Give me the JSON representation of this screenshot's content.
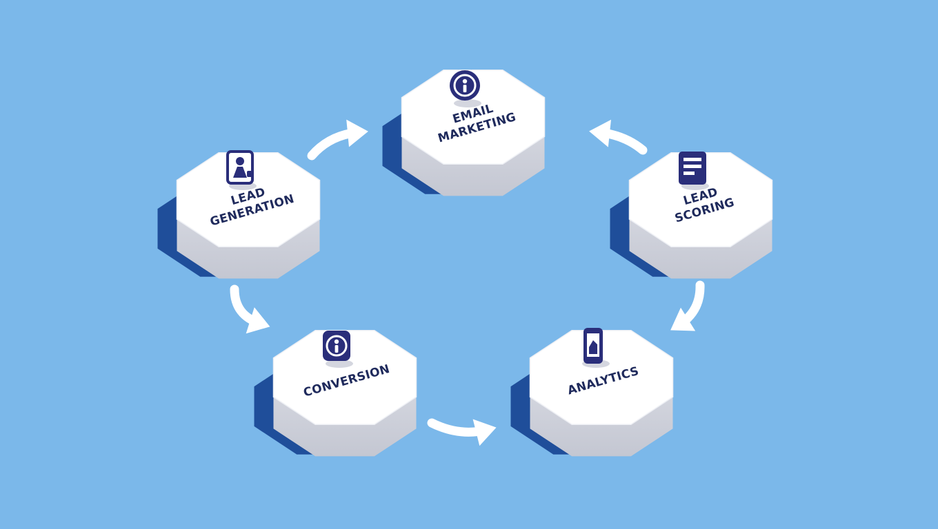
{
  "diagram": {
    "nodes": [
      {
        "id": "email-marketing",
        "lines": [
          "EMAIL",
          "MARKETING"
        ],
        "icon": "email-info-icon"
      },
      {
        "id": "lead-scoring",
        "lines": [
          "LEAD",
          "SCORING"
        ],
        "icon": "scoring-form-icon"
      },
      {
        "id": "analytics",
        "lines": [
          "ANALYTICS"
        ],
        "icon": "phone-chart-icon"
      },
      {
        "id": "conversion",
        "lines": [
          "CONVERSION"
        ],
        "icon": "conversion-info-icon"
      },
      {
        "id": "lead-generation",
        "lines": [
          "LEAD",
          "GENERATION"
        ],
        "icon": "person-frame-icon"
      }
    ],
    "edges": [
      {
        "from": "lead-generation",
        "to": "email-marketing"
      },
      {
        "from": "lead-scoring",
        "to": "email-marketing"
      },
      {
        "from": "lead-scoring",
        "to": "analytics"
      },
      {
        "from": "conversion",
        "to": "analytics"
      },
      {
        "from": "lead-generation",
        "to": "conversion"
      }
    ],
    "colors": {
      "background": "#7bb8ea",
      "tile_top": "#ffffff",
      "tile_side": "#d5d7df",
      "tile_shadow": "#1f4e9a",
      "label": "#1f2a5c",
      "icon": "#2a2e7a",
      "arrow": "#ffffff"
    }
  }
}
